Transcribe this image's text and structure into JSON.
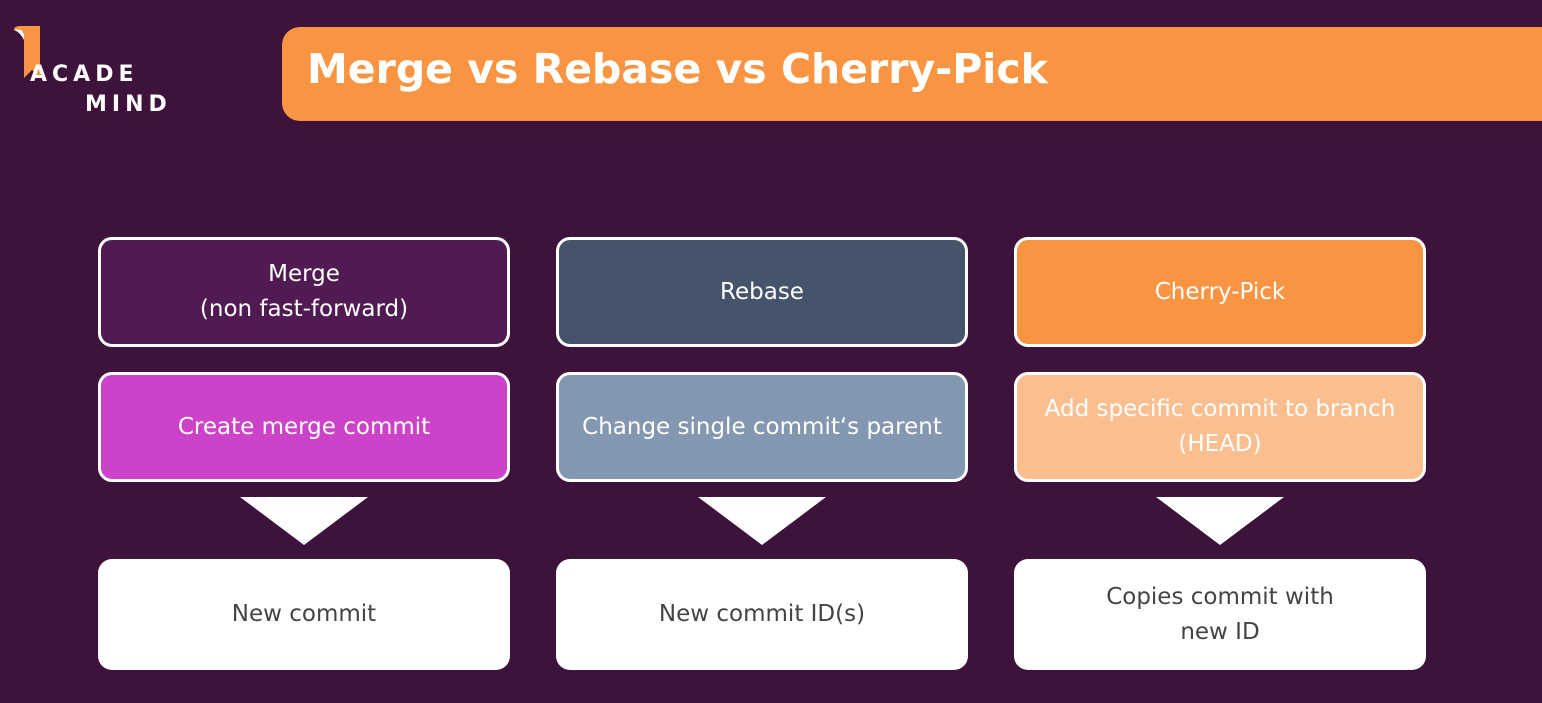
{
  "logo": {
    "line1": "ACADE",
    "line2": "MIND"
  },
  "title": "Merge vs Rebase vs Cherry-Pick",
  "colors": {
    "background": "#3d123b",
    "title_bar": "#f99542",
    "merge_title": "#521a52",
    "merge_desc": "#cc42c8",
    "rebase_title": "#45546a",
    "rebase_desc": "#8497b0",
    "cherry_title": "#f99542",
    "cherry_desc": "#fbbf8f",
    "result_text": "#444444"
  },
  "columns": [
    {
      "title": "Merge\n(non fast-forward)",
      "description": "Create merge commit",
      "result": "New commit"
    },
    {
      "title": "Rebase",
      "description": "Change single commit‘s parent",
      "result": "New commit ID(s)"
    },
    {
      "title": "Cherry-Pick",
      "description": "Add specific commit to branch\n(HEAD)",
      "result": "Copies commit with\nnew ID"
    }
  ]
}
